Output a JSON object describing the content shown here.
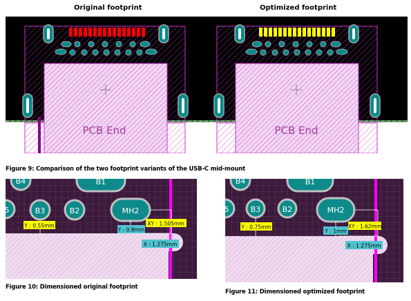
{
  "figures": {
    "fig9": {
      "caption": "Figure 9: Comparison of the two footprint variants of the USB-C mid-mount",
      "left_title": "Original footprint",
      "right_title": "Optimized footprint",
      "board_label": "PCB End",
      "colors": {
        "original_pads": "#ff0000",
        "optimized_pads": "#ffff00",
        "outline": "#cc33cc",
        "copper": "#008b8b"
      }
    },
    "fig10": {
      "caption": "Figure 10: Dimensioned original footprint",
      "pad_labels": [
        "B4",
        "B1",
        "5",
        "B3",
        "B2",
        "MH2"
      ],
      "dims": {
        "y_left": "Y : 0.55mm",
        "y_right": "Y : 0.8mm",
        "xy": "XY : 1.505mm",
        "x": "X : 1.275mm"
      }
    },
    "fig11": {
      "caption": "Figure 11: Dimensioned optimized footprint",
      "pad_labels": [
        "B4",
        "B1",
        "5",
        "B3",
        "B2",
        "MH2"
      ],
      "dims": {
        "y_left": "Y : 0.75mm",
        "y_right": "Y : 1mm",
        "xy": "XY : 1.62mm",
        "x": "X : 1.275mm"
      }
    }
  }
}
